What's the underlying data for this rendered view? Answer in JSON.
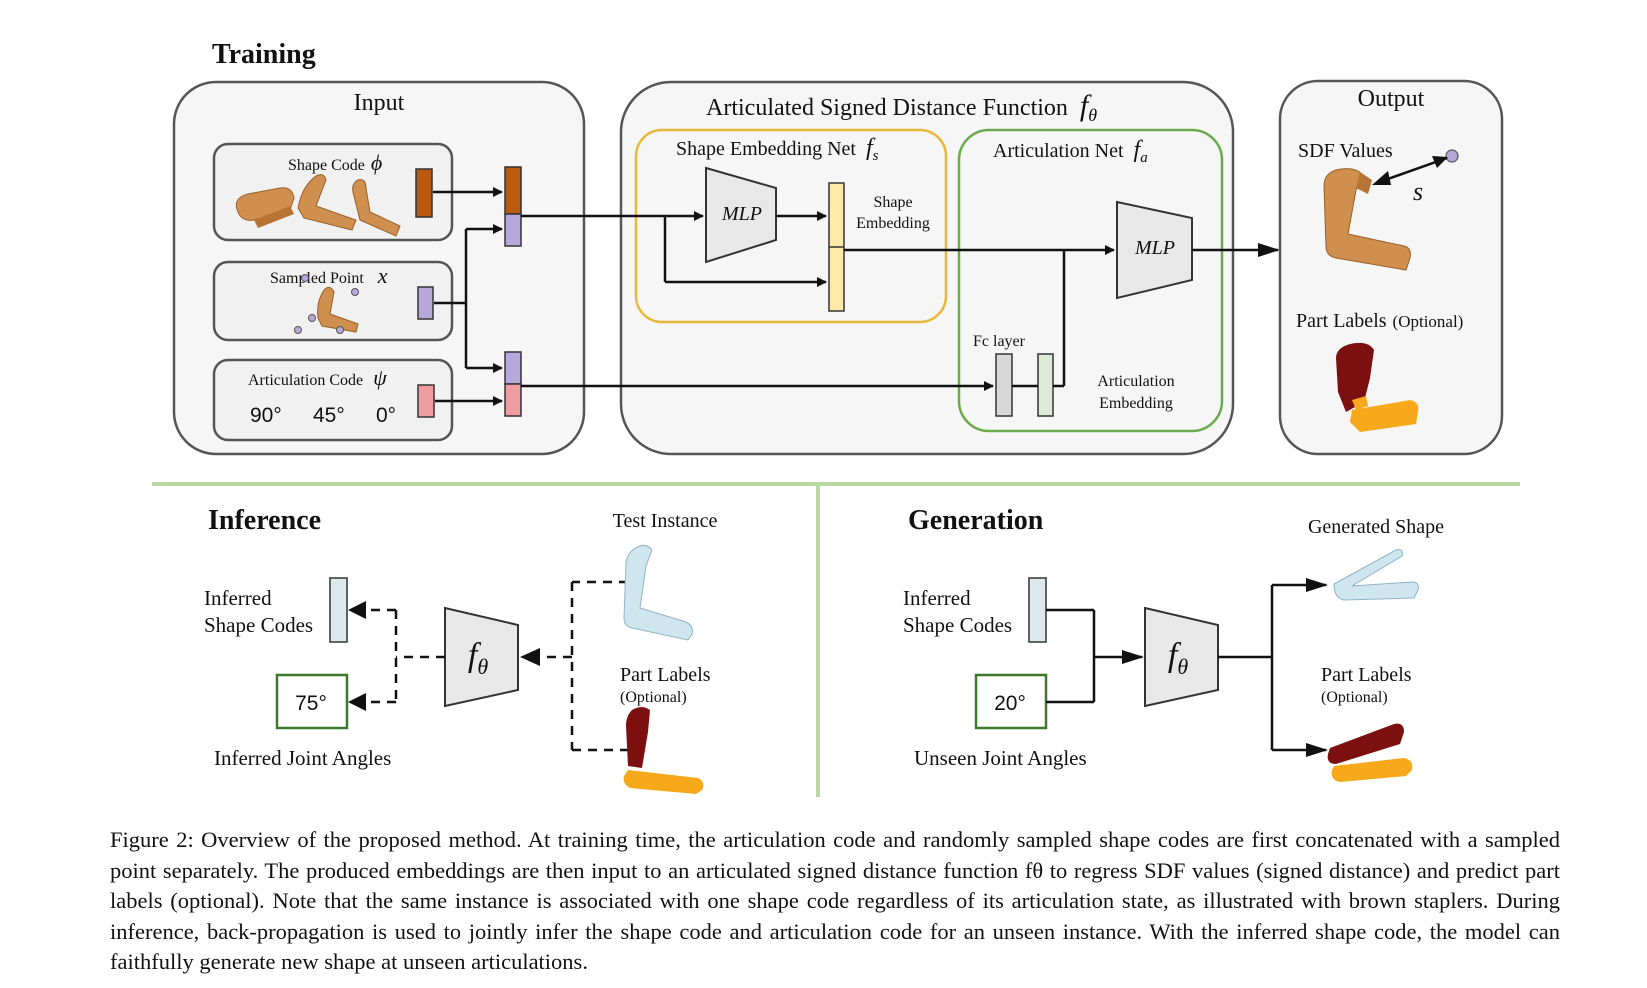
{
  "training": {
    "title": "Training",
    "input": {
      "title": "Input",
      "shape_code": "Shape Code",
      "shape_code_sym": "ϕ",
      "sampled_point": "Sampled Point",
      "sampled_point_sym": "x",
      "articulation_code": "Articulation Code",
      "articulation_code_sym": "ψ",
      "angles": [
        "90°",
        "45°",
        "0°"
      ]
    },
    "asdf": {
      "title": "Articulated Signed Distance Function",
      "title_sym": "f",
      "title_sub": "θ",
      "shape_embedding_net": "Shape Embedding Net",
      "shape_net_sym": "f",
      "shape_net_sub": "s",
      "mlp": "MLP",
      "shape_embedding_l1": "Shape",
      "shape_embedding_l2": "Embedding",
      "articulation_net": "Articulation Net",
      "art_net_sym": "f",
      "art_net_sub": "a",
      "fc_layer": "Fc layer",
      "articulation_embedding_l1": "Articulation",
      "articulation_embedding_l2": "Embedding"
    },
    "output": {
      "title": "Output",
      "sdf_values": "SDF Values",
      "s_sym": "s",
      "part_labels": "Part Labels",
      "optional": "(Optional)"
    }
  },
  "inference": {
    "title": "Inference",
    "inferred_shape_codes_l1": "Inferred",
    "inferred_shape_codes_l2": "Shape Codes",
    "angle": "75°",
    "inferred_joint_angles": "Inferred Joint Angles",
    "f_sym": "f",
    "f_sub": "θ",
    "test_instance": "Test Instance",
    "part_labels": "Part Labels",
    "optional": "(Optional)"
  },
  "generation": {
    "title": "Generation",
    "inferred_shape_codes_l1": "Inferred",
    "inferred_shape_codes_l2": "Shape Codes",
    "angle": "20°",
    "unseen_joint_angles": "Unseen Joint Angles",
    "f_sym": "f",
    "f_sub": "θ",
    "generated_shape": "Generated Shape",
    "part_labels": "Part Labels",
    "optional": "(Optional)"
  },
  "caption": "Figure 2: Overview of the proposed method. At training time, the articulation code and randomly sampled shape codes are first concatenated with a sampled point separately. The produced embeddings are then input to an articulated signed distance function fθ to regress SDF values (signed distance) and predict part labels (optional). Note that the same instance is associated with one shape code regardless of its articulation state, as illustrated with brown staplers. During inference, back-propagation is used to jointly infer the shape code and articulation code for an unseen instance. With the inferred shape code, the model can faithfully generate new shape at unseen articulations.",
  "colors": {
    "shape_code": "#b85a10",
    "point": "#b7a8dc",
    "articulation": "#ee9ea0",
    "shape_embedding": "#fde9a8",
    "fc": "#d8d8d8",
    "art_embedding": "#dcebd5",
    "yellow_border": "#e9b83a",
    "green_border": "#6aaa4c",
    "divider": "#b9d9a4",
    "stapler": "#cf8f4e",
    "dark_red": "#7c1010",
    "orange": "#f5a91b",
    "light_blue": "#cfe6ee",
    "code_box": "#dce9ed"
  }
}
